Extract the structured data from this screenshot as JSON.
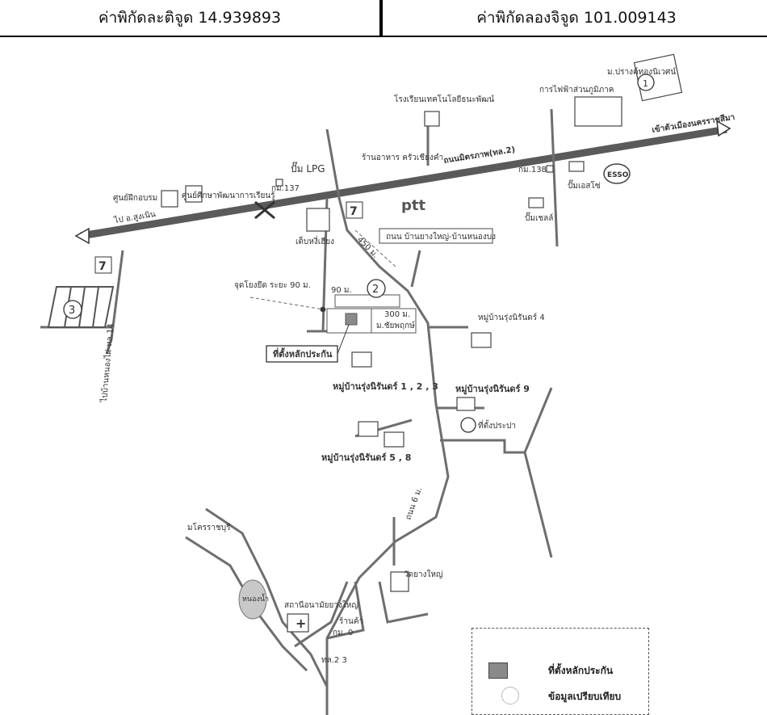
{
  "header": {
    "latitude": "ค่าพิกัดละติจูด 14.939893",
    "longitude": "ค่าพิกัดลองจิจูด 101.009143"
  },
  "map": {
    "places": {
      "village_prang": "ม.ปรางค์ทองนิเวศน์",
      "school": "โรงเรียนเทคโนโลยีธนะพัฒน์",
      "electric": "การไฟฟ้าส่วนภูมิภาค",
      "to_nakhon": "เข้าตัวเมืองนครราชสีมา",
      "highway": "ถนนมิตรภาพ(ทล.2)",
      "lpg": "ปั๊ม LPG",
      "km137": "กม.137",
      "km138": "กม.138",
      "restaurant": "ร้านอาหาร ครัวเชียงคำ",
      "ptt": "ptt",
      "pump_esso": "ปั๊มเอสโซ่",
      "pump_shell": "ปั๊มเชลล์",
      "to_a_sungnoen": "ไป อ.สูงเนิน",
      "center1": "ศูนย์ฝึกอบรม",
      "center2": "ศูนย์ศึกษาพัฒนาการเรียนรู้",
      "chinese": "เต็บหงี่เฮียง",
      "road_local": "ถนน บ้านยางใหญ่-บ้านหนองบง",
      "dist450": "450 ม.",
      "ref_point": "จุดโยงยึด ระยะ 90 ม.",
      "dist90": "90 ม.",
      "dist300": "300 ม.",
      "village_chaiya": "ม.ชัยพฤกษ์",
      "collateral": "ที่ตั้งหลักประกัน",
      "v4": "หมู่บ้านรุ่งนิรันดร์ 4",
      "v123": "หมู่บ้านรุ่งนิรันดร์ 1 , 2 , 3",
      "v9": "หมู่บ้านรุ่งนิรันดร์ 9",
      "water": "ที่ตั้งประปา",
      "v58": "หมู่บ้านรุ่งนิรันดร์ 5 , 8",
      "to_local14": "ไปบ้านหนองไผ่-ทล.14",
      "road_km": "ถนน 6 ม.",
      "temple": "วัดยางใหญ่",
      "bangkok": "มโครราชบุรี",
      "hospital": "สถานีอนามัยยางใหญ่",
      "market": "ร้านค้า",
      "km_mark": "กม. 0",
      "pond": "หนองน้ำ",
      "road_b": "ทล.2 3"
    },
    "markers": {
      "m1": "1",
      "m2": "2",
      "m3": "3"
    }
  },
  "legend": {
    "collateral": "ที่ตั้งหลักประกัน",
    "comparison": "ข้อมูลเปรียบเทียบ"
  },
  "colors": {
    "road": "#6e6e6e",
    "highway": "#555555"
  }
}
